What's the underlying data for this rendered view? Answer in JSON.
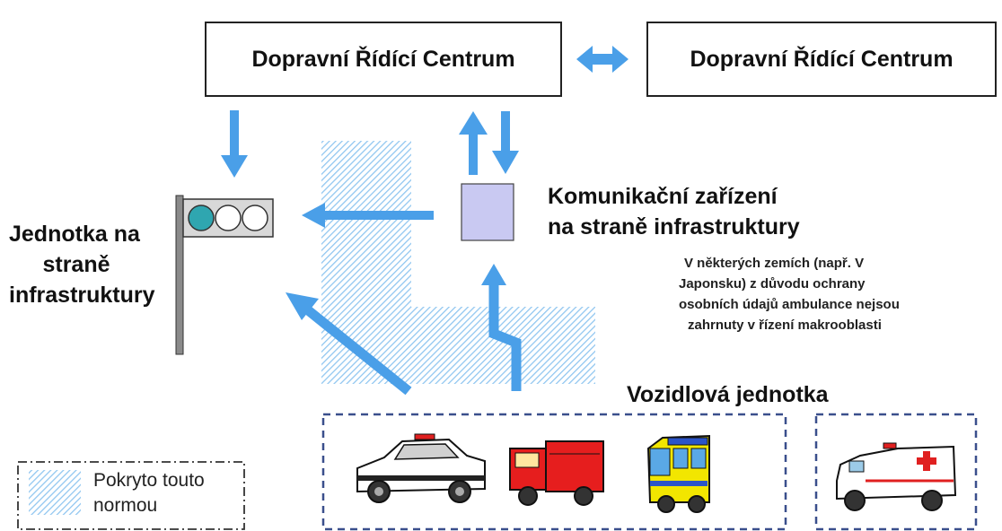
{
  "centers": {
    "left": "Dopravní Řídící Centrum",
    "right": "Dopravní Řídící Centrum"
  },
  "roadside_device": {
    "line1": "Komunikační zařízení",
    "line2": "na straně infrastruktury"
  },
  "infra_unit": {
    "line1": "Jednotka na",
    "line2": "straně",
    "line3": "infrastruktury"
  },
  "note": {
    "line1": "V některých zemích (např. V",
    "line2": "Japonsku) z důvodu ochrany",
    "line3": "osobních údajů ambulance nejsou",
    "line4": "zahrnuty v řízení makrooblasti"
  },
  "vehicle_unit": "Vozidlová jednotka",
  "legend": {
    "line1": "Pokryto touto",
    "line2": "normou"
  },
  "colors": {
    "arrow": "#4a9fe8",
    "hatch": "#8ec5f0",
    "device": "#c9c9f2",
    "dash": "#3a4f8c",
    "signal_light": "#2fa6b0"
  }
}
